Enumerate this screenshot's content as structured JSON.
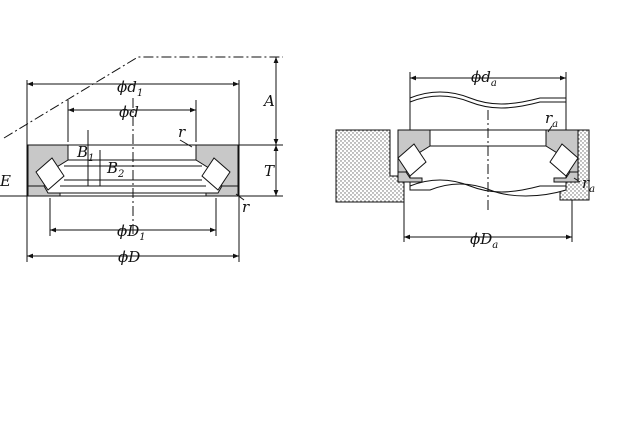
{
  "colors": {
    "line": "#111111",
    "ring_fill": "#c8c8c8",
    "housing_fill": "#d4d4d4",
    "background": "#ffffff"
  },
  "left_view": {
    "dims": {
      "d1": {
        "main": "ϕd",
        "sub": "1"
      },
      "d": {
        "main": "ϕd"
      },
      "D1": {
        "main": "ϕD",
        "sub": "1"
      },
      "D": {
        "main": "ϕD"
      },
      "A": {
        "main": "A"
      },
      "T": {
        "main": "T"
      },
      "r_top": {
        "main": "r"
      },
      "r_right": {
        "main": "r"
      },
      "B1": {
        "main": "B",
        "sub": "1"
      },
      "B2": {
        "main": "B",
        "sub": "2"
      },
      "edge": {
        "main": "E"
      }
    }
  },
  "right_view": {
    "dims": {
      "da": {
        "main": "ϕd",
        "sub": "a"
      },
      "Da": {
        "main": "ϕD",
        "sub": "a"
      },
      "ra_top": {
        "main": "r",
        "sub": "a"
      },
      "ra_right": {
        "main": "r",
        "sub": "a"
      }
    }
  }
}
